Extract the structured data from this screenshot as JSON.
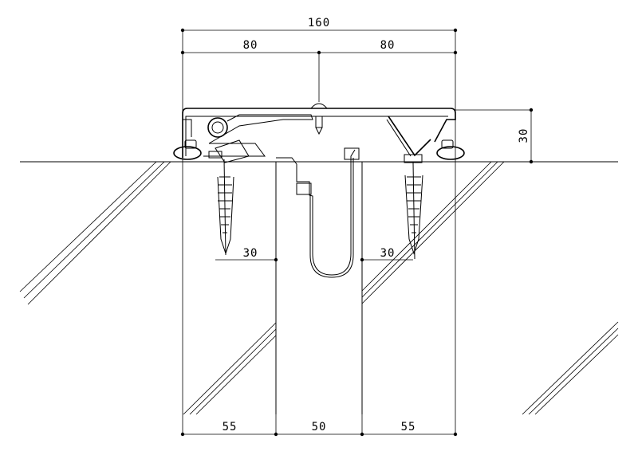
{
  "dimensions": {
    "total_width": "160",
    "half_left": "80",
    "half_right": "80",
    "height": "30",
    "anchor_offset_left": "30",
    "anchor_offset_right": "30",
    "bottom_left": "55",
    "bottom_center": "50",
    "bottom_right": "55"
  }
}
